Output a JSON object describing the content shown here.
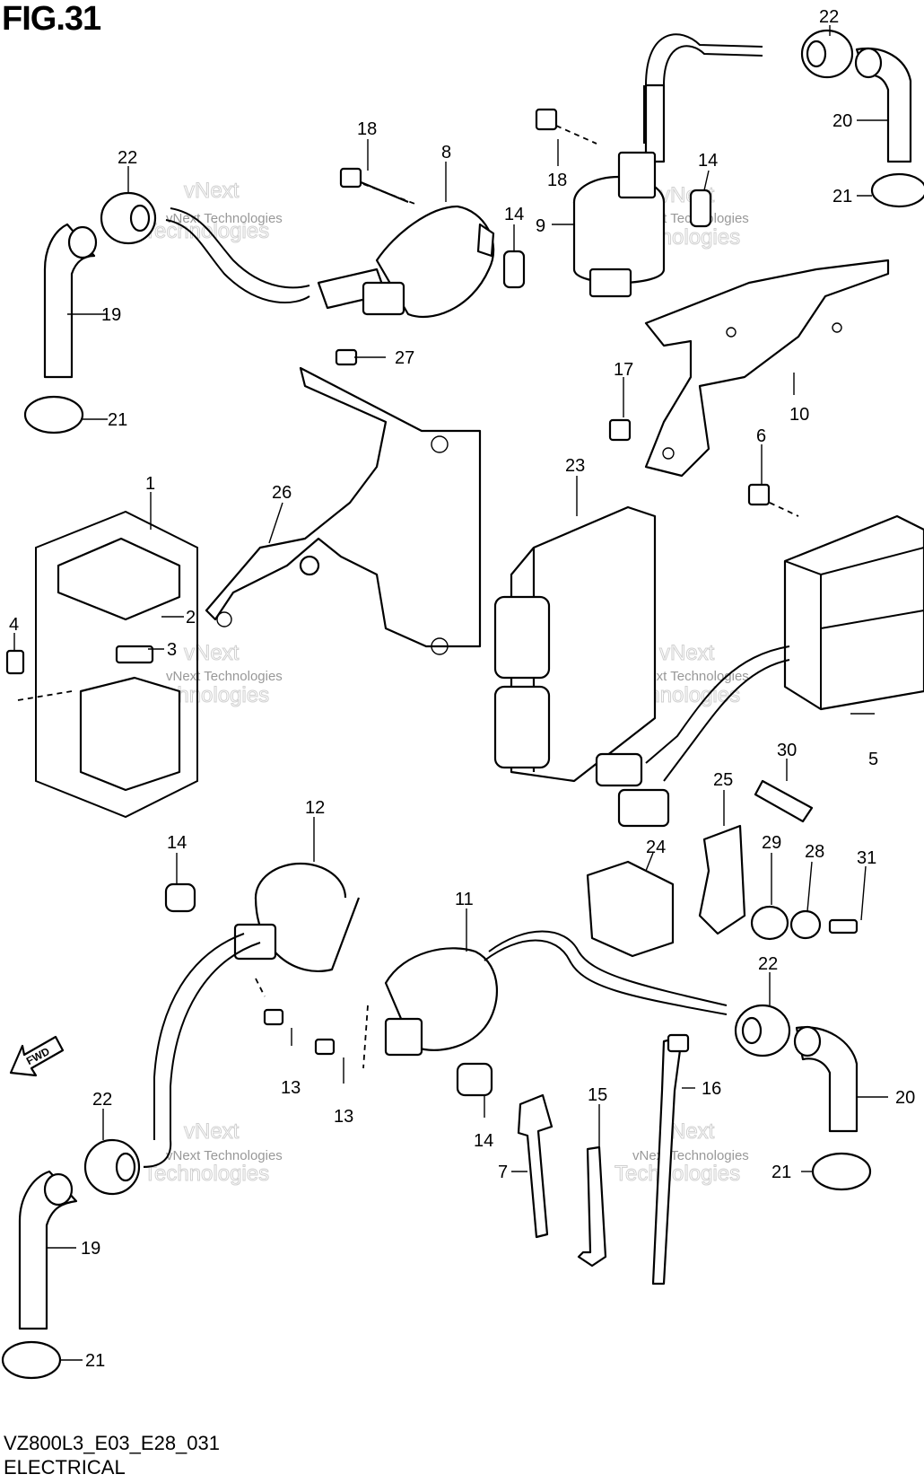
{
  "figure": {
    "title": "FIG.31"
  },
  "footer": {
    "code": "VZ800L3_E03_E28_031",
    "label": "ELECTRICAL"
  },
  "watermark": {
    "small": "vNext Technologies",
    "large_1": "vNext",
    "large_2": "Technologies"
  },
  "fwd_label": "FWD",
  "callouts": {
    "c22a": "22",
    "c20a": "20",
    "c21a": "21",
    "c18a": "18",
    "c8": "8",
    "c22b": "22",
    "c14a": "14",
    "c18b": "18",
    "c14b": "14",
    "c9": "9",
    "c19a": "19",
    "c21b": "21",
    "c27": "27",
    "c17": "17",
    "c10": "10",
    "c1": "1",
    "c26": "26",
    "c23": "23",
    "c6": "6",
    "c2": "2",
    "c3": "3",
    "c4": "4",
    "c5": "5",
    "c30": "30",
    "c25": "25",
    "c12": "12",
    "c14c": "14",
    "c29": "29",
    "c28": "28",
    "c31": "31",
    "c24": "24",
    "c11": "11",
    "c22c": "22",
    "c13a": "13",
    "c13b": "13",
    "c16": "16",
    "c15": "15",
    "c20b": "20",
    "c22d": "22",
    "c14d": "14",
    "c7": "7",
    "c21c": "21",
    "c19b": "19",
    "c21d": "21"
  }
}
